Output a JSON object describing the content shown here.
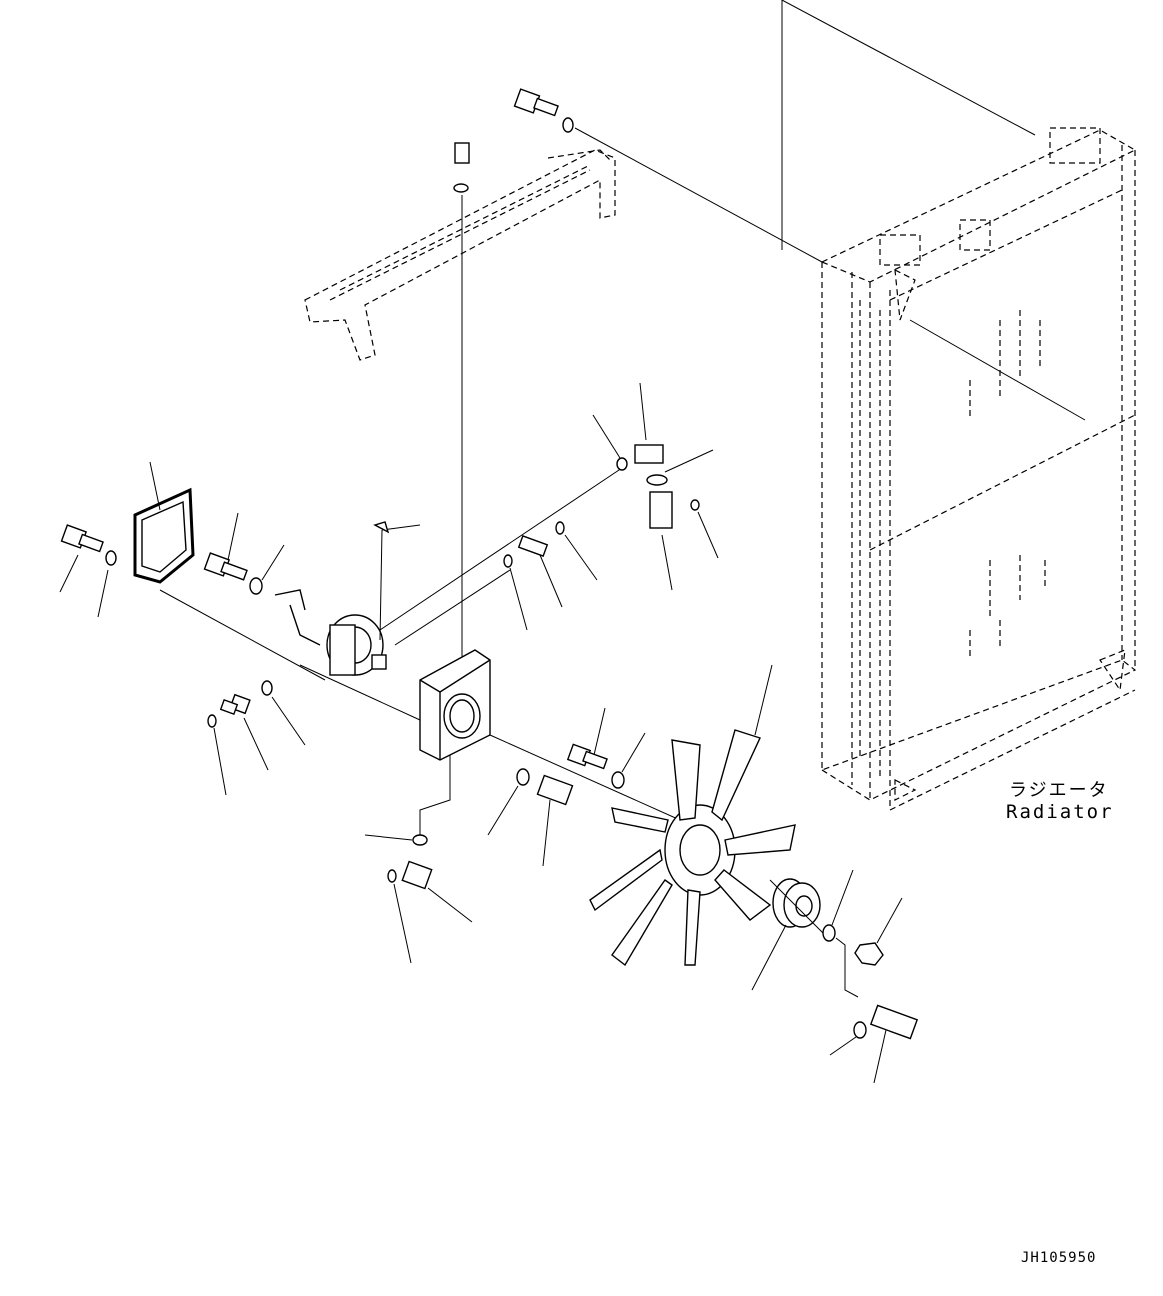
{
  "labels": {
    "radiator_jp": "ラジエータ",
    "radiator_en": "Radiator"
  },
  "drawing_number": "JH105950"
}
